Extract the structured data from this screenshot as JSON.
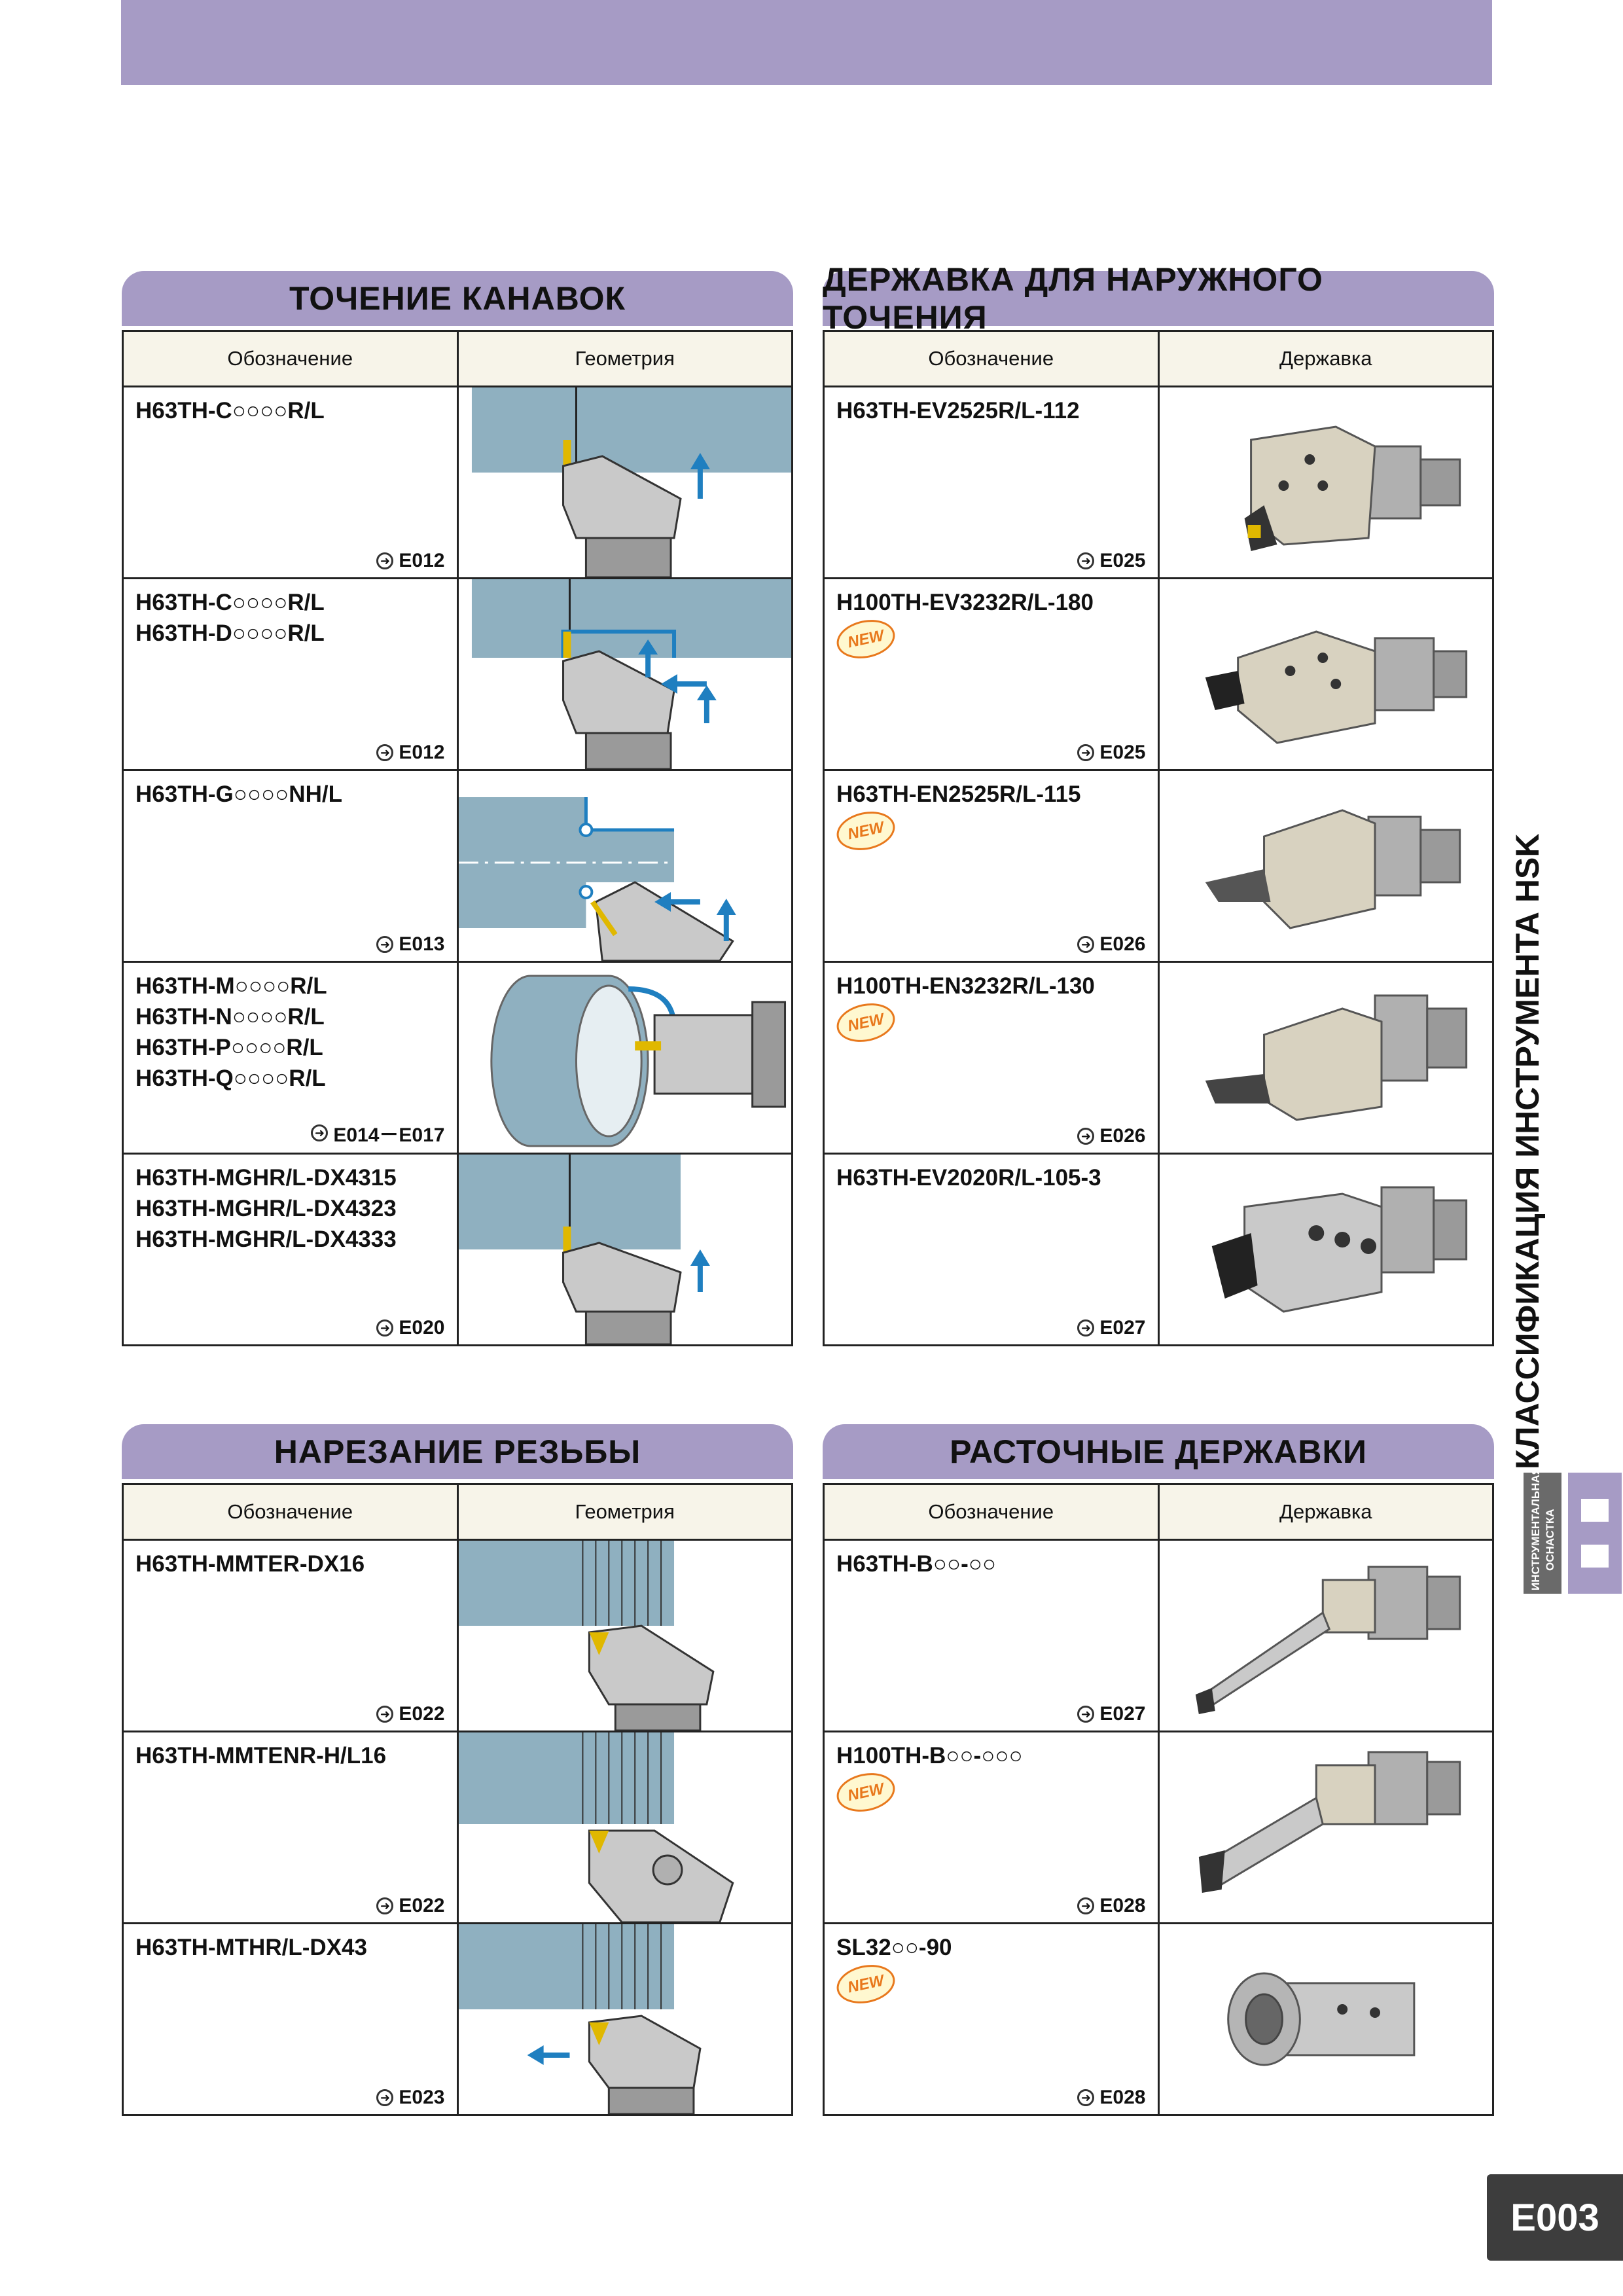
{
  "header": {},
  "sections": {
    "grooving": {
      "title": "ТОЧЕНИЕ КАНАВОК",
      "col1": "Обозначение",
      "col2": "Геометрия",
      "rows": [
        {
          "names": [
            "H63TH-C○○○○R/L"
          ],
          "ref": "E012"
        },
        {
          "names": [
            "H63TH-C○○○○R/L",
            "H63TH-D○○○○R/L"
          ],
          "ref": "E012"
        },
        {
          "names": [
            "H63TH-G○○○○NH/L"
          ],
          "ref": "E013"
        },
        {
          "names": [
            "H63TH-M○○○○R/L",
            "H63TH-N○○○○R/L",
            "H63TH-P○○○○R/L",
            "H63TH-Q○○○○R/L"
          ],
          "ref": "E014－E017"
        },
        {
          "names": [
            "H63TH-MGHR/L-DX4315",
            "H63TH-MGHR/L-DX4323",
            "H63TH-MGHR/L-DX4333"
          ],
          "ref": "E020"
        }
      ]
    },
    "external": {
      "title": "ДЕРЖАВКА ДЛЯ НАРУЖНОГО ТОЧЕНИЯ",
      "col1": "Обозначение",
      "col2": "Державка",
      "new_label": "NEW",
      "rows": [
        {
          "names": [
            "H63TH-EV2525R/L-112"
          ],
          "new": false,
          "ref": "E025"
        },
        {
          "names": [
            "H100TH-EV3232R/L-180"
          ],
          "new": true,
          "ref": "E025"
        },
        {
          "names": [
            "H63TH-EN2525R/L-115"
          ],
          "new": true,
          "ref": "E026"
        },
        {
          "names": [
            "H100TH-EN3232R/L-130"
          ],
          "new": true,
          "ref": "E026"
        },
        {
          "names": [
            "H63TH-EV2020R/L-105-3"
          ],
          "new": false,
          "ref": "E027"
        }
      ]
    },
    "threading": {
      "title": "НАРЕЗАНИЕ РЕЗЬБЫ",
      "col1": "Обозначение",
      "col2": "Геометрия",
      "rows": [
        {
          "names": [
            "H63TH-MMTER-DX16"
          ],
          "ref": "E022"
        },
        {
          "names": [
            "H63TH-MMTENR-H/L16"
          ],
          "ref": "E022"
        },
        {
          "names": [
            "H63TH-MTHR/L-DX43"
          ],
          "ref": "E023"
        }
      ]
    },
    "boring": {
      "title": "РАСТОЧНЫЕ ДЕРЖАВКИ",
      "col1": "Обозначение",
      "col2": "Державка",
      "new_label": "NEW",
      "rows": [
        {
          "names": [
            "H63TH-B○○-○○"
          ],
          "new": false,
          "ref": "E027"
        },
        {
          "names": [
            "H100TH-B○○-○○○"
          ],
          "new": true,
          "ref": "E028"
        },
        {
          "names": [
            "SL32○○-90"
          ],
          "new": true,
          "ref": "E028"
        }
      ]
    }
  },
  "side": {
    "title": "КЛАССИФИКАЦИЯ ИНСТРУМЕНТА HSK",
    "logo_text_1": "ИНСТРУМЕНТАЛЬНАЯ",
    "logo_text_2": "ОСНАСТКА"
  },
  "page_number": "E003",
  "colors": {
    "header_bg": "#a69bc5",
    "table_head_bg": "#f7f4e9",
    "arrow_blue": "#1f7fc0",
    "steel": "#8fb0c0"
  }
}
